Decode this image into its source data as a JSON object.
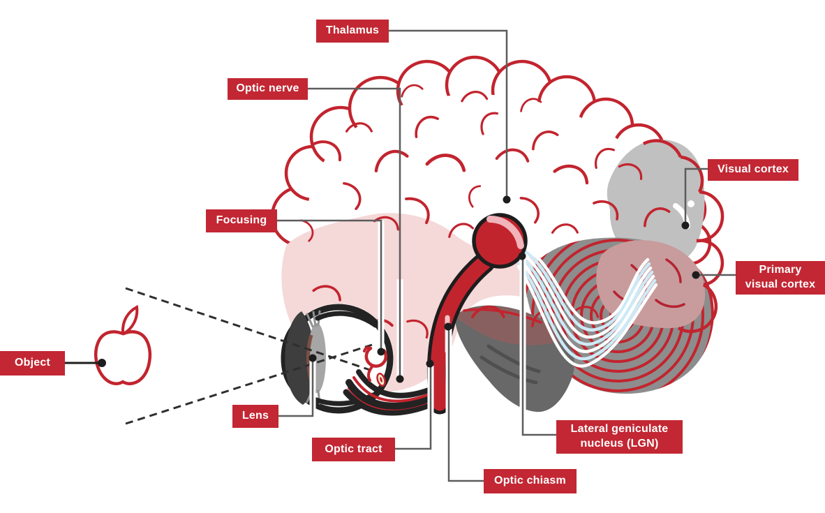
{
  "title": "Visual pathway from eye to brain diagram",
  "theme": {
    "label_background": "#c22733",
    "label_text": "#ffffff",
    "outline_red": "#c2242e",
    "leader_gray": "#5c5c5c",
    "leader_black": "#1d1d1d",
    "brain_pink": "#f5d8d8",
    "primary_visual_cortex_mauve": "#c89c9c",
    "occipital_gray": "#c0c0c0",
    "cerebellum_gray": "#8d8d8d",
    "brainstem_gray": "#686868",
    "fiber_blue": "#cdeaf6",
    "fiber_white": "#ffffff",
    "highlight_pink": "#f2bac0",
    "canvas": "#ffffff"
  },
  "labels": [
    {
      "id": "thalamus",
      "text": "Thalamus"
    },
    {
      "id": "optic-nerve",
      "text": "Optic nerve"
    },
    {
      "id": "focusing",
      "text": "Focusing"
    },
    {
      "id": "visual-cortex",
      "text": "Visual cortex"
    },
    {
      "id": "primary-visual-cortex",
      "text": "Primary visual cortex"
    },
    {
      "id": "object",
      "text": "Object"
    },
    {
      "id": "lens",
      "text": "Lens"
    },
    {
      "id": "optic-tract",
      "text": "Optic tract"
    },
    {
      "id": "optic-chiasm",
      "text": "Optic chiasm"
    },
    {
      "id": "lateral-geniculate-nucleus",
      "text": "Lateral geniculate nucleus (LGN)"
    }
  ]
}
